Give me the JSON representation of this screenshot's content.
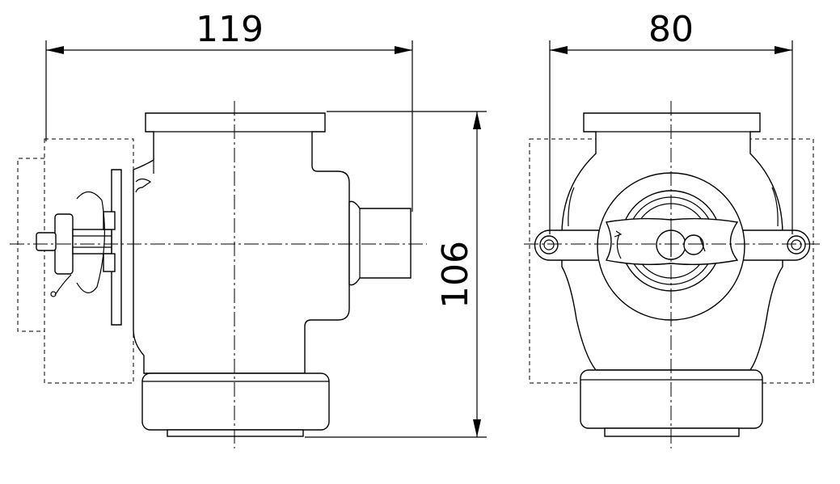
{
  "dimensions": {
    "width_side": "119",
    "width_front": "80",
    "height": "106"
  }
}
